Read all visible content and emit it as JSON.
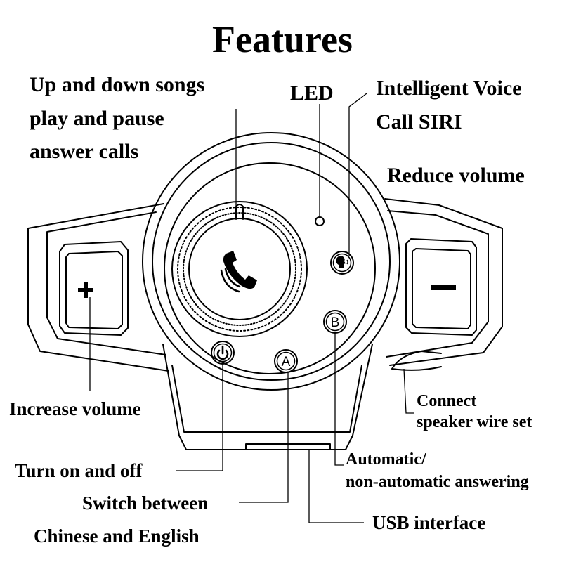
{
  "title": "Features",
  "labels": {
    "multifunction": [
      "Up and down songs",
      "play and pause",
      "answer calls"
    ],
    "led": "LED",
    "voice": [
      "Intelligent Voice",
      "Call SIRI"
    ],
    "reduce_volume": "Reduce volume",
    "increase_volume": "Increase volume",
    "speaker": [
      "Connect",
      "speaker wire set"
    ],
    "auto_answer": [
      "Automatic/",
      "non-automatic answering"
    ],
    "power": "Turn on and off",
    "language": [
      "Switch between",
      "Chinese and English"
    ],
    "usb": "USB interface"
  },
  "device": {
    "button_a": "A",
    "button_b": "B",
    "plus": "+",
    "minus": "−",
    "icons": {
      "dial": "phone-icon",
      "power": "power-icon",
      "voice": "voice-assistant-icon"
    }
  },
  "colors": {
    "ink": "#000000",
    "background": "#ffffff"
  }
}
